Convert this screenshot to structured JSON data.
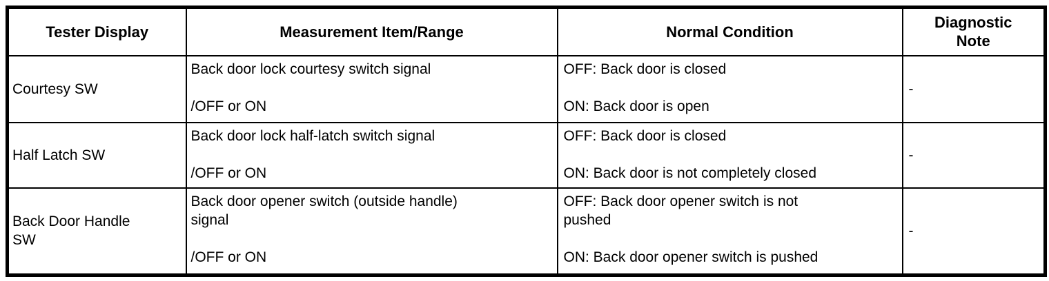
{
  "table": {
    "headers": {
      "tester_display": "Tester Display",
      "measurement_item_range": "Measurement Item/Range",
      "normal_condition": "Normal Condition",
      "diagnostic_note": "Diagnostic\nNote"
    },
    "rows": [
      {
        "tester_display": "Courtesy SW",
        "measurement_item_range": "Back door lock courtesy switch signal\n\n/OFF or ON",
        "normal_condition": "OFF: Back door is closed\n\nON: Back door is open",
        "diagnostic_note": "-"
      },
      {
        "tester_display": "Half Latch SW",
        "measurement_item_range": "Back door lock half-latch switch signal\n\n/OFF or ON",
        "normal_condition": "OFF: Back door is closed\n\nON: Back door is not completely closed",
        "diagnostic_note": "-"
      },
      {
        "tester_display": "Back Door Handle\nSW",
        "measurement_item_range": "Back door opener switch (outside handle)\nsignal\n\n/OFF or ON",
        "normal_condition": "OFF: Back door opener switch is not\npushed\n\nON: Back door opener switch is pushed",
        "diagnostic_note": "-"
      }
    ],
    "colors": {
      "border": "#000000",
      "text": "#000000",
      "background": "#ffffff"
    }
  }
}
